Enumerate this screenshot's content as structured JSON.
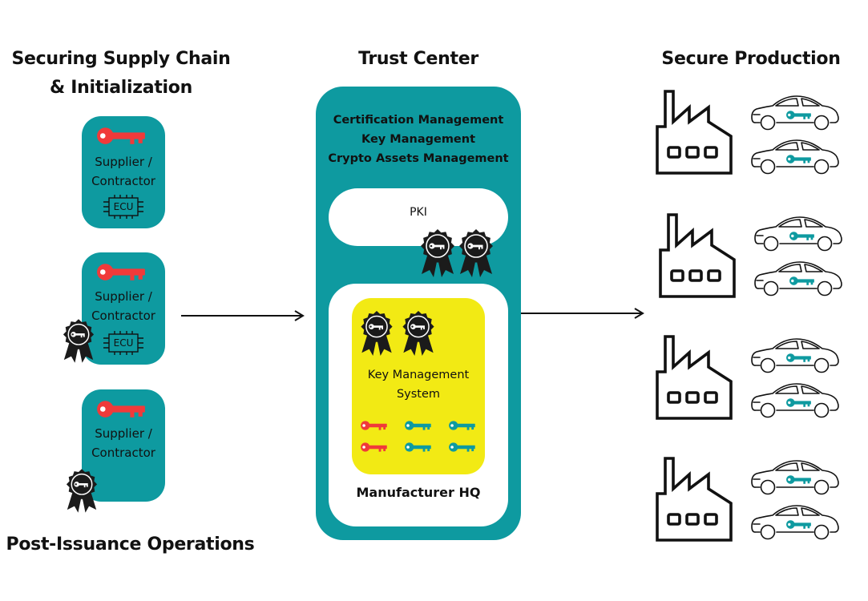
{
  "headings": {
    "left_line1": "Securing Supply Chain",
    "left_line2": "& Initialization",
    "center": "Trust Center",
    "right": "Secure Production",
    "bottom_left": "Post-Issuance Operations"
  },
  "suppliers": [
    {
      "label_line1": "Supplier /",
      "label_line2": "Contractor",
      "chip": "ECU"
    },
    {
      "label_line1": "Supplier /",
      "label_line2": "Contractor",
      "chip": "ECU"
    },
    {
      "label_line1": "Supplier /",
      "label_line2": "Contractor"
    }
  ],
  "trust_center": {
    "line1": "Certification Management",
    "line2": "Key Management",
    "line3": "Crypto Assets Management",
    "pki": "PKI",
    "kms_line1": "Key Management",
    "kms_line2": "System",
    "hq": "Manufacturer HQ"
  },
  "colors": {
    "teal": "#0e9aa0",
    "red_key": "#f03a3a",
    "yellow": "#f2ea14",
    "badge": "#1b1b1b"
  }
}
